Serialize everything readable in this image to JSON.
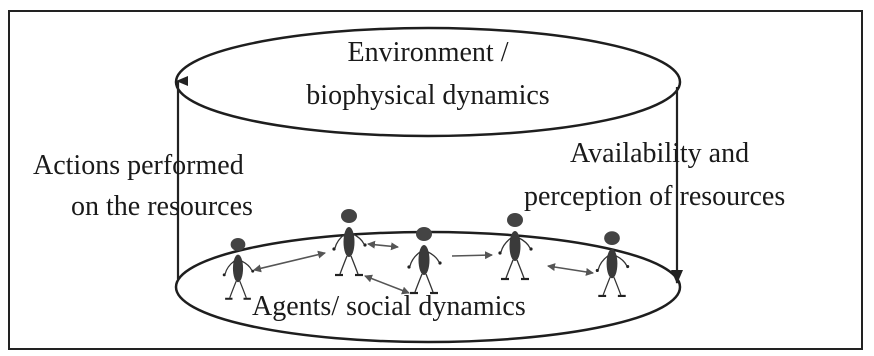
{
  "diagram": {
    "top_ellipse": {
      "line1": "Environment /",
      "line2": "biophysical dynamics"
    },
    "bottom_ellipse": {
      "label": "Agents/ social dynamics"
    },
    "left_arrow": {
      "line1": "Actions performed",
      "line2": "on the resources"
    },
    "right_arrow": {
      "line1": "Availability and",
      "line2": "perception of resources"
    }
  }
}
